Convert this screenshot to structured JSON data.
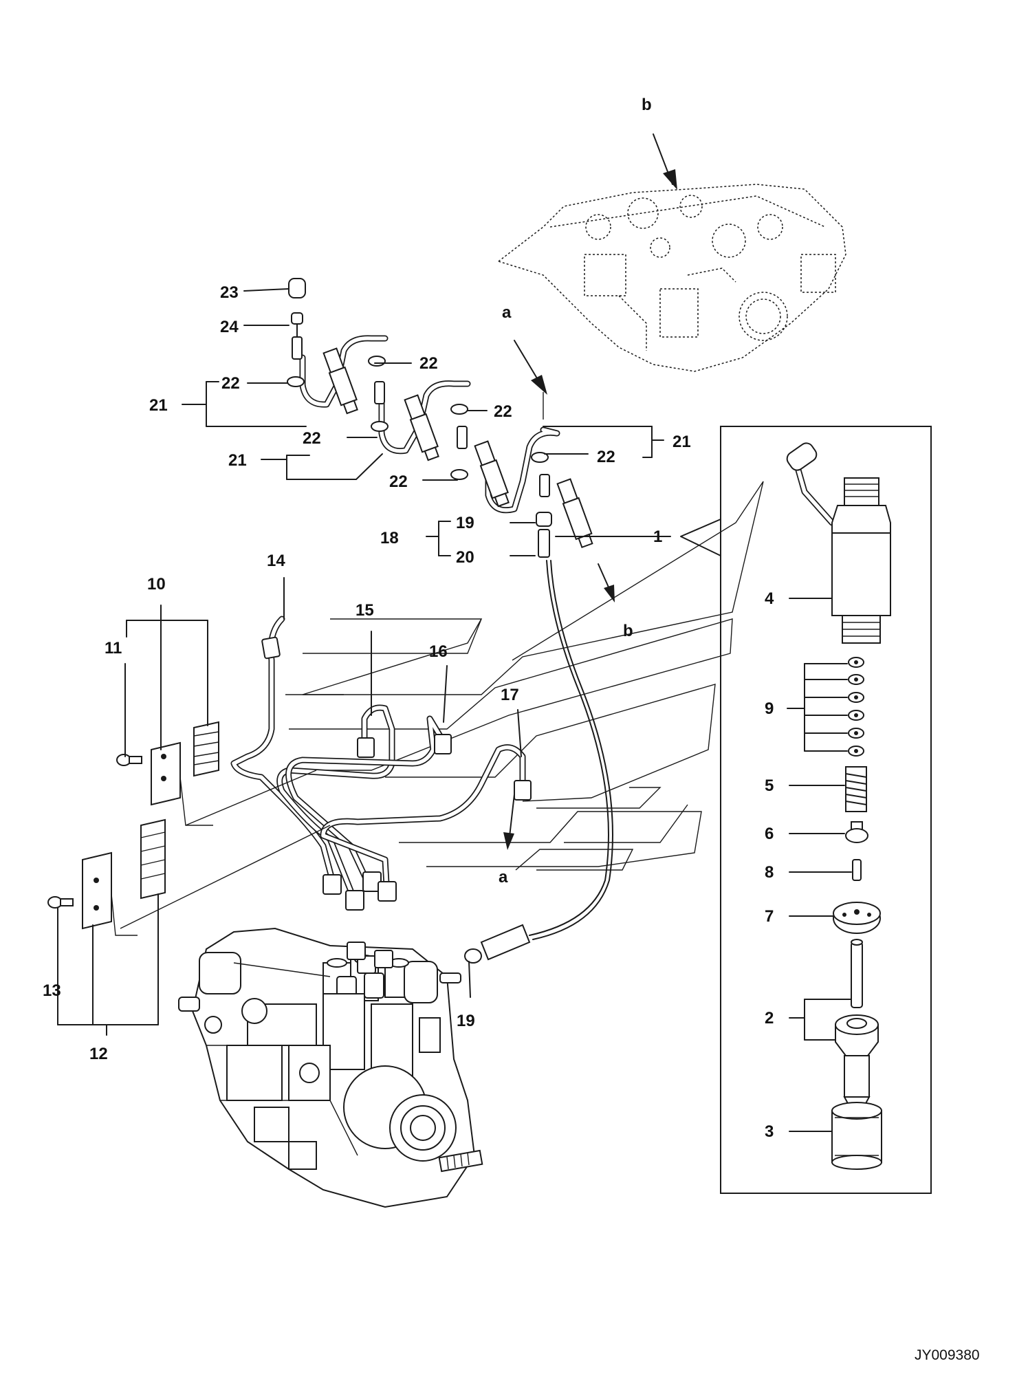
{
  "reference_code": "JY009380",
  "view_labels": {
    "a": "a",
    "b": "b"
  },
  "callouts": {
    "c1": "1",
    "c2": "2",
    "c3": "3",
    "c4": "4",
    "c5": "5",
    "c6": "6",
    "c7": "7",
    "c8": "8",
    "c9": "9",
    "c10": "10",
    "c11": "11",
    "c12": "12",
    "c13": "13",
    "c14": "14",
    "c15": "15",
    "c16": "16",
    "c17": "17",
    "c18": "18",
    "c19": "19",
    "c20": "20",
    "c21": "21",
    "c22": "22",
    "c23": "23",
    "c24": "24"
  }
}
